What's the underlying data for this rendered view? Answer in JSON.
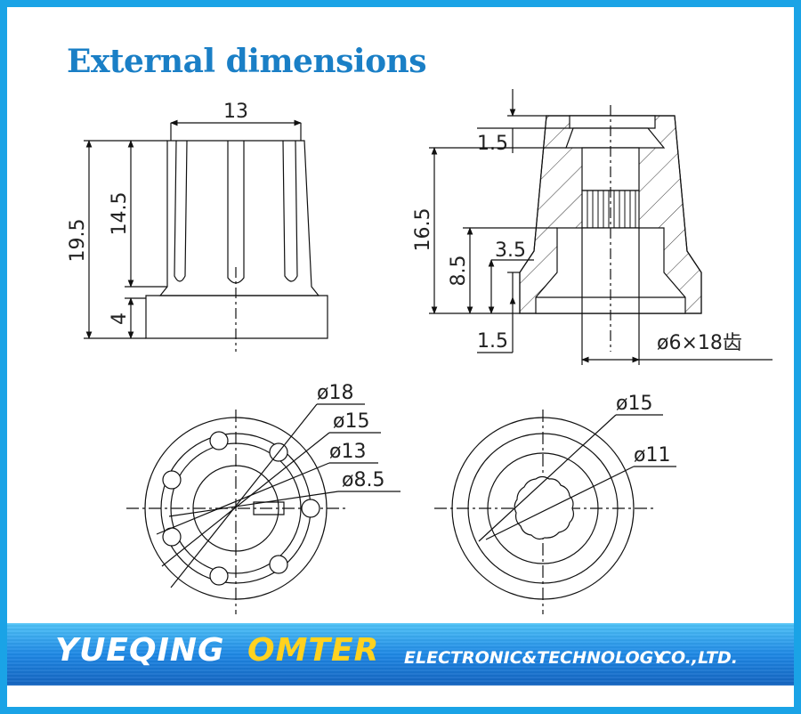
{
  "title": "External dimensions",
  "side_view": {
    "width": "13",
    "total_height": "19.5",
    "upper_height": "14.5",
    "base_height": "4"
  },
  "section_view": {
    "top_offset": "1.5",
    "height": "16.5",
    "inner_height": "8.5",
    "step": "3.5",
    "bottom_offset": "1.5",
    "shaft": "ø6×18齿"
  },
  "top_view": {
    "d1": "ø18",
    "d2": "ø15",
    "d3": "ø13",
    "d4": "ø8.5"
  },
  "bottom_view": {
    "d1": "ø15",
    "d2": "ø11"
  },
  "banner": {
    "company": "YUEQING",
    "brand": "OMTER",
    "tagline": "ELECTRONIC&TECHNOLOGY",
    "suffix": "CO.,LTD."
  },
  "colors": {
    "frame": "#1aa3e6",
    "title": "#1a7fc6",
    "banner": "#1e88e5",
    "brand": "#ffd21f"
  }
}
